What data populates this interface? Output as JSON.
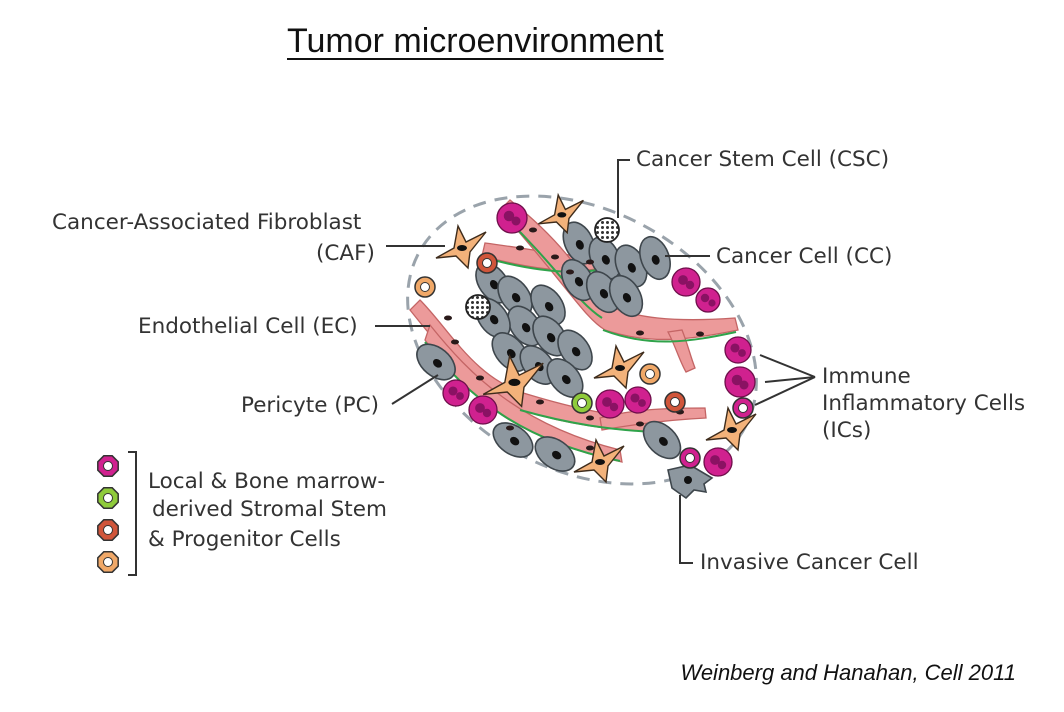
{
  "title": "Tumor microenvironment",
  "labels": {
    "csc": "Cancer Stem Cell (CSC)",
    "caf_line1": "Cancer-Associated Fibroblast",
    "caf_line2": "(CAF)",
    "cc": "Cancer Cell (CC)",
    "ec": "Endothelial Cell (EC)",
    "pc": "Pericyte (PC)",
    "ic_line1": "Immune",
    "ic_line2": "Inflammatory Cells",
    "ic_line3": "(ICs)",
    "invasive": "Invasive Cancer Cell"
  },
  "legend": {
    "line1": "Local & Bone marrow-",
    "line2": "derived Stromal Stem",
    "line3": "& Progenitor Cells",
    "swatch_colors": [
      "#d0218f",
      "#8fcb3b",
      "#d0553a",
      "#f0a868"
    ]
  },
  "citation": "Weinberg and Hanahan, Cell 2011",
  "colors": {
    "cancer_cell": "#8d979f",
    "nucleus": "#111111",
    "fibroblast": "#f3b27a",
    "vessel": "#e98f8f",
    "pericyte": "#2fa34a",
    "immune": "#d0218f",
    "outline": "#9aa3ab"
  }
}
